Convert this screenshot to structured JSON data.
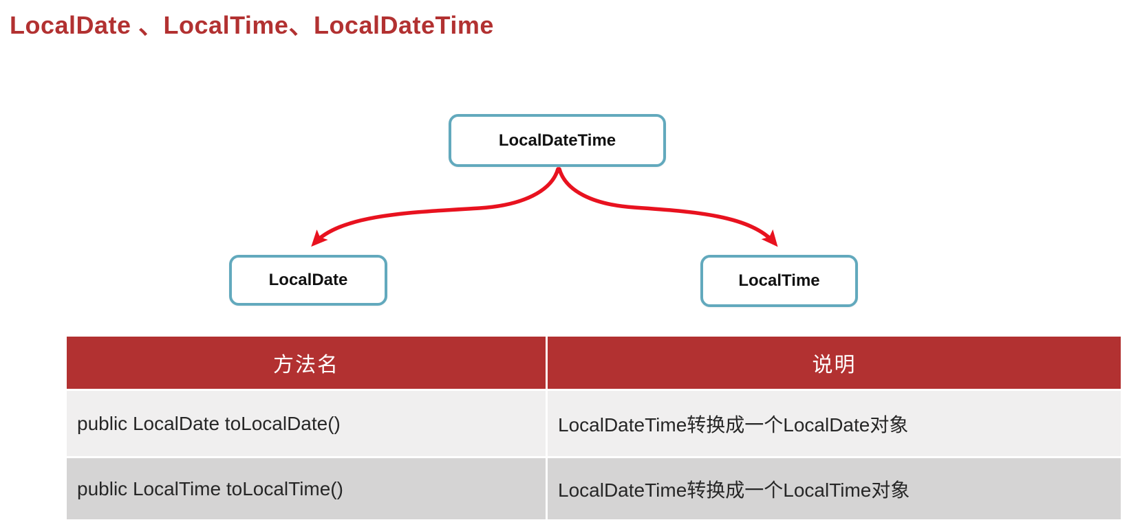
{
  "page": {
    "title": "LocalDate 、LocalTime、LocalDateTime"
  },
  "colors": {
    "accent_red": "#b23131",
    "arrow_red": "#e8121f",
    "box_border_teal": "#62a9bd",
    "row_odd_bg": "#f0efef",
    "row_even_bg": "#d5d4d4",
    "cell_text": "#262626"
  },
  "diagram": {
    "root": {
      "label": "LocalDateTime"
    },
    "children": [
      {
        "label": "LocalDate"
      },
      {
        "label": "LocalTime"
      }
    ]
  },
  "table": {
    "headers": [
      "方法名",
      "说明"
    ],
    "rows": [
      {
        "method": "public LocalDate toLocalDate()",
        "desc": "LocalDateTime转换成一个LocalDate对象"
      },
      {
        "method": "public LocalTime toLocalTime()",
        "desc": "LocalDateTime转换成一个LocalTime对象"
      }
    ]
  }
}
